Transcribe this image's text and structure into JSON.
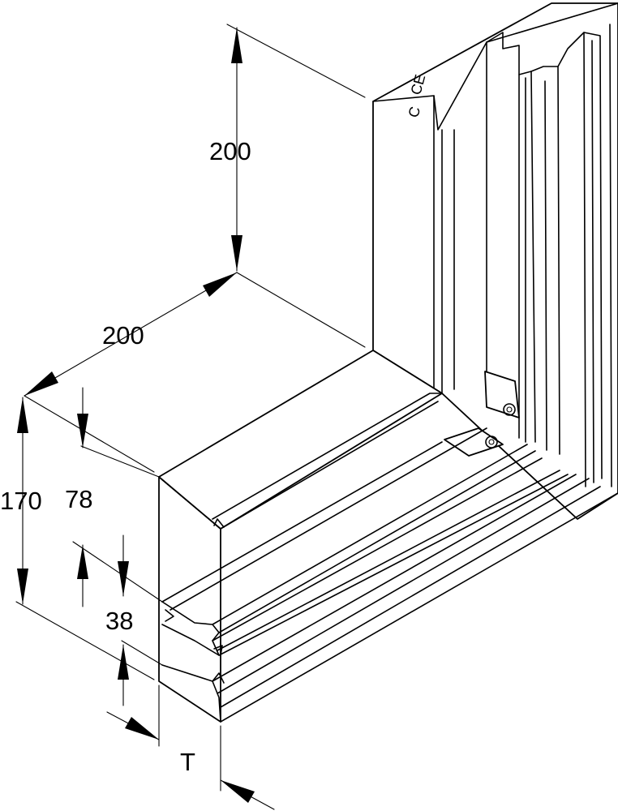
{
  "dimensions": {
    "top_height": "200",
    "top_width": "200",
    "total_height": "170",
    "upper_height": "78",
    "middle_height": "38",
    "thickness": "T"
  },
  "colors": {
    "line": "#000000",
    "background": "#ffffff"
  }
}
